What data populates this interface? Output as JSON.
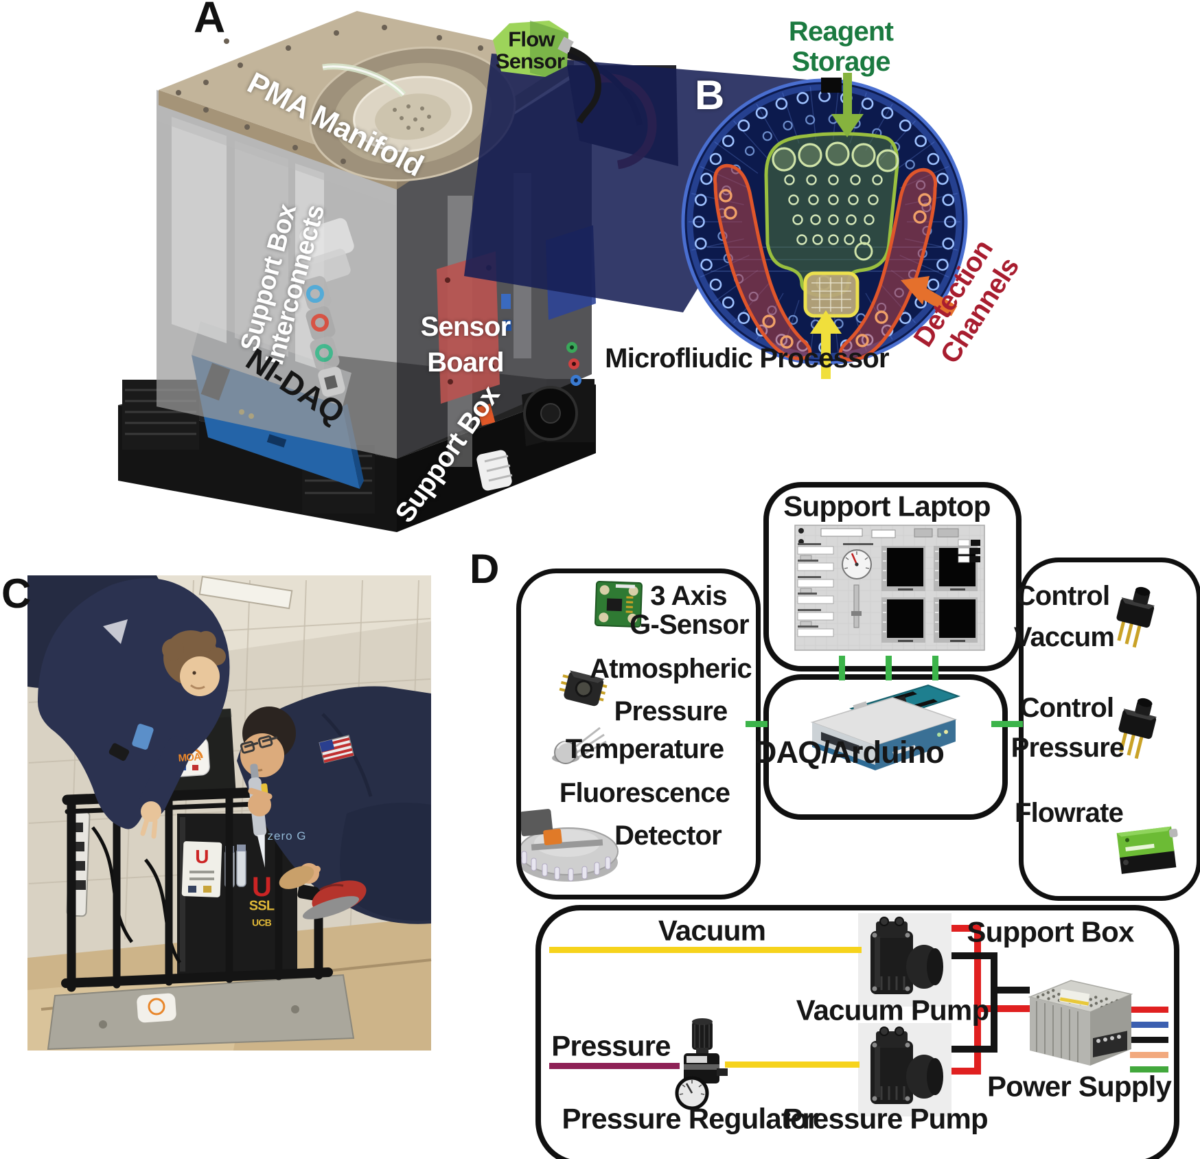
{
  "panel_a": {
    "label": "A",
    "pma_manifold": "PMA Manifold",
    "flow_sensor": [
      "Flow",
      "Sensor"
    ],
    "support_box_interconnects": [
      "Support Box",
      "Interconnects"
    ],
    "ni_daq": "NI-DAQ",
    "sensor_board": [
      "Sensor",
      "Board"
    ],
    "support_box": "Support Box"
  },
  "panel_b": {
    "label": "B",
    "reagent_storage": [
      "Reagent",
      "Storage"
    ],
    "detection_channels": [
      "Detection",
      "Channels"
    ],
    "microfluidic_processor": "Microfliudic Processor"
  },
  "panel_c": {
    "label": "C",
    "zero_g_logo": "zero G",
    "laptop_sticker": "MOA",
    "utah_sticker": "U",
    "ssl_logo": [
      "SSL",
      "UCB"
    ]
  },
  "panel_d": {
    "label": "D",
    "sensor_box": {
      "g_sensor": [
        "3 Axis",
        "G-Sensor"
      ],
      "g_sensor_icon": "accelerometer-pcb-icon",
      "atmospheric_pressure": [
        "Atmospheric",
        "Pressure"
      ],
      "atmospheric_pressure_icon": "pressure-chip-icon",
      "temperature": "Temperature",
      "temperature_icon": "temperature-can-icon",
      "fluorescence_detector": [
        "Fluorescence",
        "Detector"
      ],
      "fluorescence_detector_icon": "fluorescence-carousel-icon"
    },
    "support_laptop": "Support Laptop",
    "daq_arduino": "DAQ/Arduino",
    "control_box": {
      "control_vaccum": [
        "Control",
        "Vaccum"
      ],
      "control_pressure": [
        "Control",
        "Pressure"
      ],
      "flowrate": "Flowrate",
      "vacuum_sensor_icon": "vacuum-sensor-icon",
      "pressure_sensor_icon": "pressure-sensor-icon",
      "flow_sensor_icon": "flow-meter-icon"
    },
    "support_box": {
      "title": "Support Box",
      "vacuum": "Vacuum",
      "vacuum_pump": "Vacuum Pump",
      "pressure": "Pressure",
      "pressure_regulator": "Pressure Regulator",
      "pressure_pump": "Pressure Pump",
      "power_supply": "Power Supply"
    }
  },
  "colors": {
    "connector_green": "#3cb44a",
    "vacuum_yellow": "#f6d31c",
    "pressure_maroon": "#8e2156",
    "wire_red": "#e02020",
    "wire_black": "#141414",
    "wire_blue": "#3c5fb0",
    "wire_orange": "#f2a97e",
    "wire_green": "#42a83c",
    "reagent_green": "#1b7a40",
    "detection_red": "#a81d2f",
    "arrow_orange": "#e5702c",
    "processor_yellow": "#f0df3c",
    "flow_sensor_green": "#9dd45a"
  }
}
